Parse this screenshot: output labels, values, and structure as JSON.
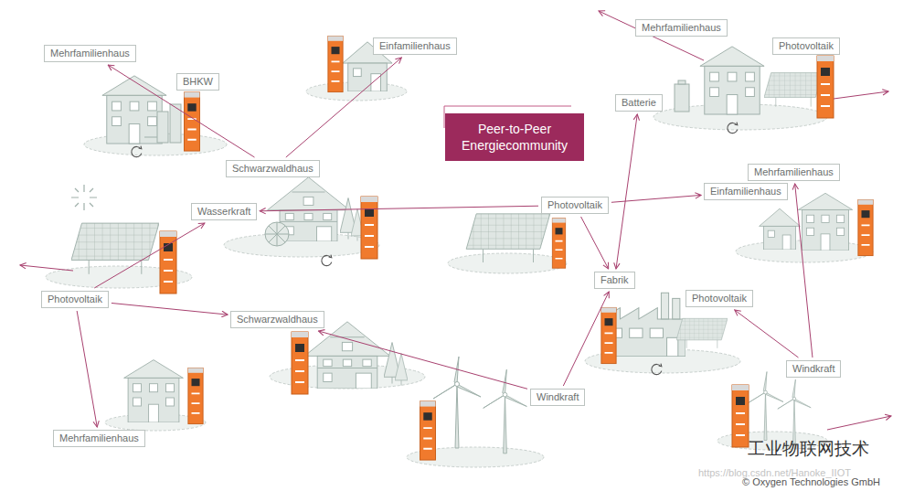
{
  "diagram": {
    "title": "Peer-to-Peer Energiecommunity",
    "nodes": [
      {
        "text": [
          "Mehrfamilienhaus"
        ]
      },
      {
        "text": [
          "Einfamilienhaus"
        ]
      },
      {
        "text": [
          "Mehrfamilienhaus"
        ]
      },
      {
        "text": [
          "Photovoltaik"
        ]
      },
      {
        "text": [
          "BHKW"
        ]
      },
      {
        "text": [
          "Batterie"
        ]
      },
      {
        "text": [
          "Schwarzwaldhaus"
        ]
      },
      {
        "text": [
          "Mehrfamilienhaus"
        ]
      },
      {
        "text": [
          "Einfamilienhaus"
        ]
      },
      {
        "text": [
          "Wasserkraft"
        ]
      },
      {
        "text": [
          "Photovoltaik"
        ]
      },
      {
        "text": [
          "Fabrik"
        ]
      },
      {
        "text": [
          "Photovoltaik"
        ]
      },
      {
        "text": [
          "Photovoltaik"
        ]
      },
      {
        "text": [
          "Schwarzwaldhaus"
        ]
      },
      {
        "text": [
          "Windkraft"
        ]
      },
      {
        "text": [
          "Windkraft"
        ]
      },
      {
        "text": [
          "Mehrfamilienhaus"
        ]
      }
    ],
    "edges": [
      {
        "from": 6,
        "to": 0,
        "arrow": "to"
      },
      {
        "from": 6,
        "to": 1,
        "arrow": "to"
      },
      {
        "from": 12,
        "to": 9,
        "arrow": "to"
      },
      {
        "from": 12,
        "to": 17,
        "arrow": "to"
      },
      {
        "from": 12,
        "to": 14,
        "arrow": "to"
      },
      {
        "from": 10,
        "to": 9,
        "arrow": "to"
      },
      {
        "from": 10,
        "to": 8,
        "arrow": "to"
      },
      {
        "from": 10,
        "to": 11,
        "arrow": "to"
      },
      {
        "from": 5,
        "to": 11,
        "arrow": "both"
      },
      {
        "from": 16,
        "to": 14,
        "arrow": "to"
      },
      {
        "from": 16,
        "to": 11,
        "arrow": "to"
      },
      {
        "from": 15,
        "to": 7,
        "arrow": "to"
      },
      {
        "from": 15,
        "to": 13,
        "arrow": "to"
      }
    ],
    "labels": [
      "工业物联网技术",
      "https://blog.csdn.net/Hanoke_IIOT",
      "© Oxygen Technologies GmbH"
    ]
  }
}
